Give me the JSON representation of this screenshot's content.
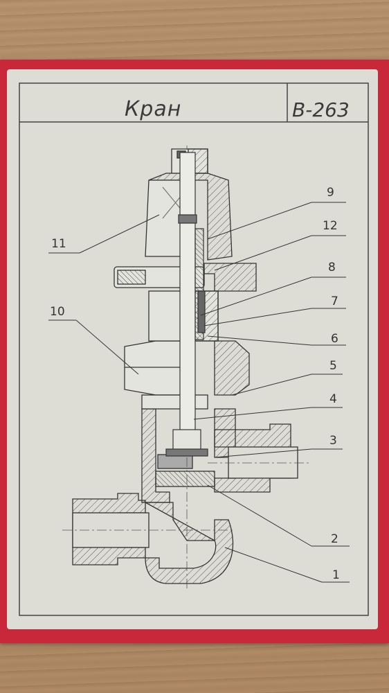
{
  "drawing": {
    "title": "Кран",
    "code": "В-263",
    "callouts": [
      {
        "id": "c1",
        "label": "1"
      },
      {
        "id": "c2",
        "label": "2"
      },
      {
        "id": "c3",
        "label": "3"
      },
      {
        "id": "c4",
        "label": "4"
      },
      {
        "id": "c5",
        "label": "5"
      },
      {
        "id": "c6",
        "label": "6"
      },
      {
        "id": "c7",
        "label": "7"
      },
      {
        "id": "c8",
        "label": "8"
      },
      {
        "id": "c9",
        "label": "9"
      },
      {
        "id": "c10",
        "label": "10"
      },
      {
        "id": "c11",
        "label": "11"
      },
      {
        "id": "c12",
        "label": "12"
      }
    ]
  },
  "colors": {
    "folder": "#c8283a",
    "paper": "#ddddd6",
    "ink": "#3a3a3a"
  }
}
